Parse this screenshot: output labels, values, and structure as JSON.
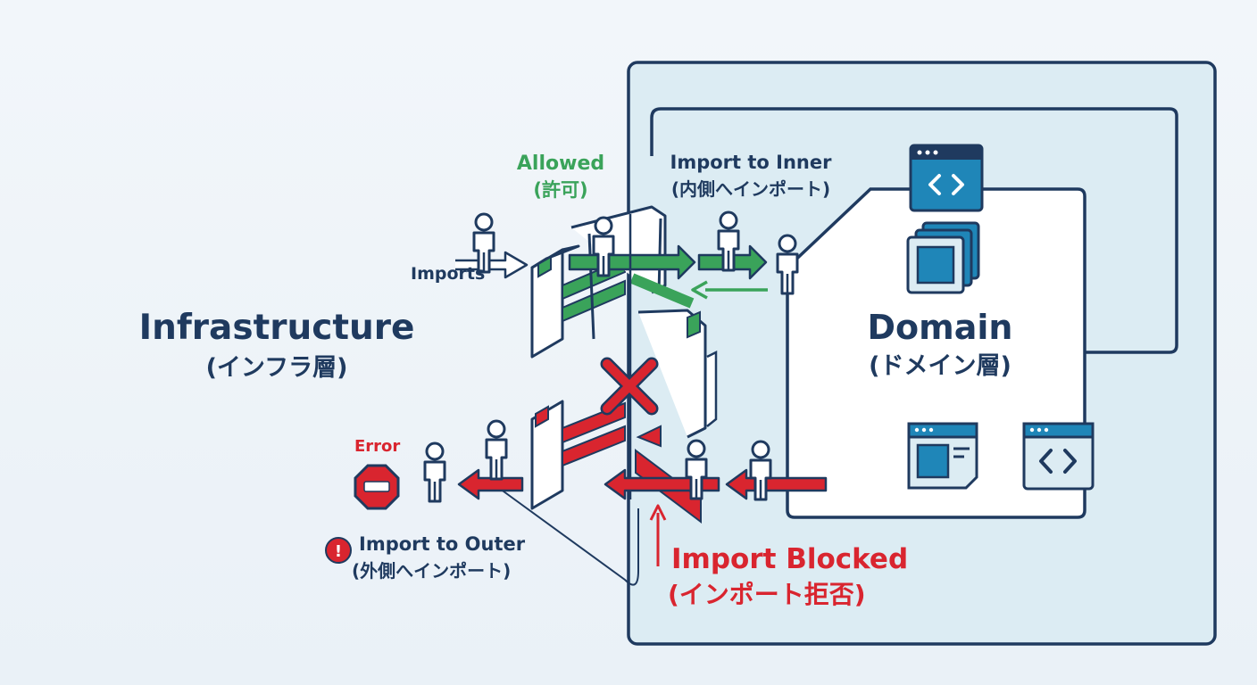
{
  "colors": {
    "navy": "#1f3a5f",
    "outer_fill": "#dcecf3",
    "inner_fill": "#ffffff",
    "allowed_green": "#3aa35a",
    "blocked_red": "#d9252f",
    "icon_blue": "#1f86b8"
  },
  "layers": {
    "infrastructure": {
      "title": "Infrastructure",
      "subtitle": "(インフラ層)"
    },
    "domain": {
      "title": "Domain",
      "subtitle": "(ドメイン層)"
    }
  },
  "labels": {
    "imports": "Imports",
    "allowed": "Allowed",
    "allowed_sub": "(許可)",
    "import_inner": "Import to Inner",
    "import_inner_sub": "(内側へインポート)",
    "error": "Error",
    "import_outer": "Import to Outer",
    "import_outer_sub": "(外側へインポート)",
    "blocked": "Import Blocked",
    "blocked_sub": "(インポート拒否)"
  },
  "icons": [
    "code-window-icon",
    "stacked-layers-icon",
    "document-window-icon",
    "code-brackets-icon",
    "person-icon",
    "stop-sign-icon",
    "exclamation-icon",
    "red-x-icon",
    "turnstile-gate-icon"
  ]
}
